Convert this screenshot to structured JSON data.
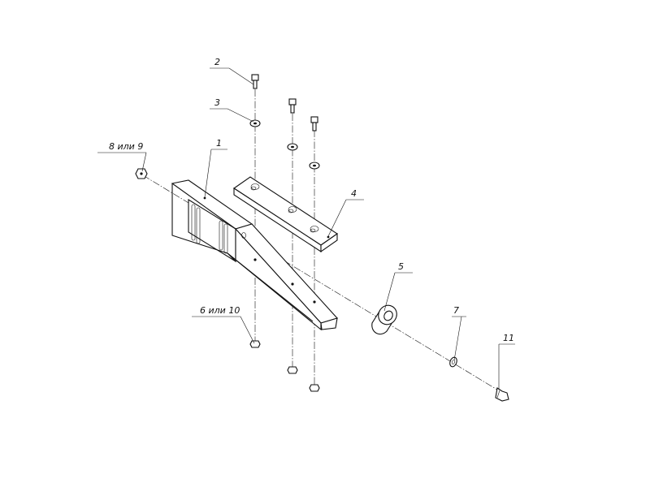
{
  "callouts": [
    {
      "id": "c1",
      "text": "1"
    },
    {
      "id": "c2",
      "text": "2"
    },
    {
      "id": "c3",
      "text": "3"
    },
    {
      "id": "c4",
      "text": "4"
    },
    {
      "id": "c5",
      "text": "5"
    },
    {
      "id": "c6",
      "text": "6 или 10"
    },
    {
      "id": "c7",
      "text": "7"
    },
    {
      "id": "c8",
      "text": "8 или 9"
    },
    {
      "id": "c11",
      "text": "11"
    }
  ]
}
